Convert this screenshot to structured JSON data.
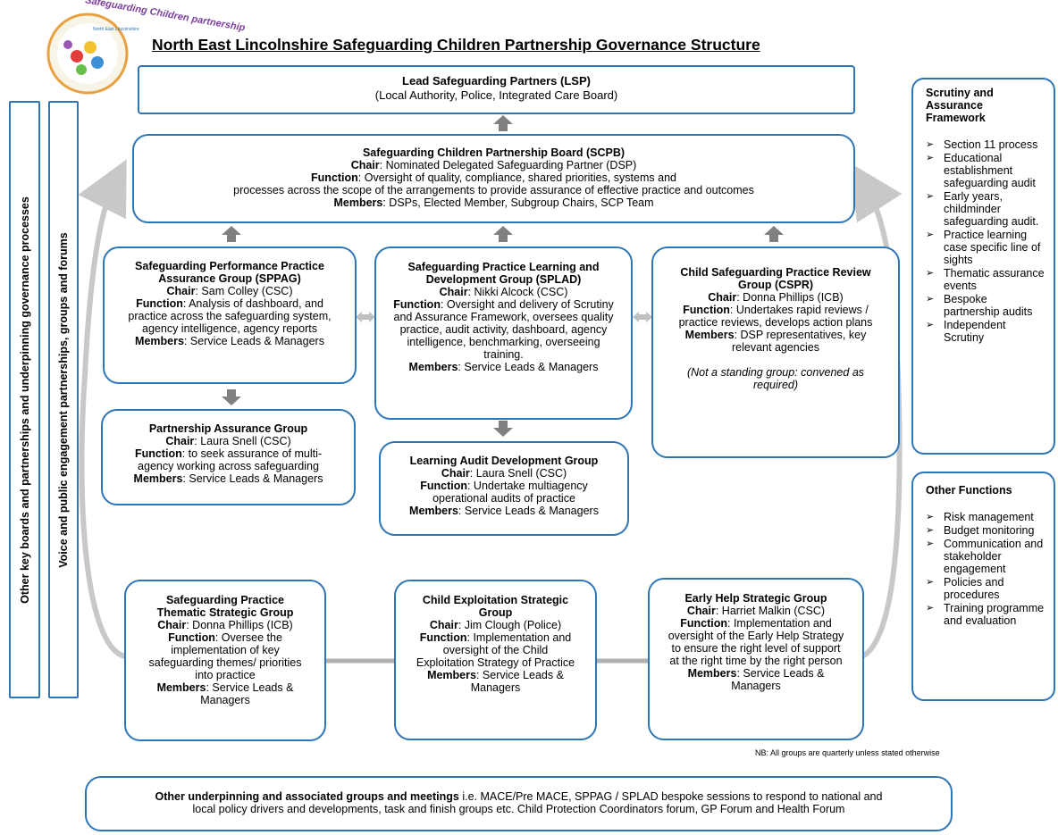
{
  "logo": {
    "text": "Safeguarding Children partnership",
    "subtext": "North East Lincolnshire"
  },
  "title": "North East Lincolnshire Safeguarding Children Partnership Governance Structure",
  "lsp": {
    "title": "Lead Safeguarding Partners (LSP)",
    "subtitle": "(Local Authority, Police, Integrated Care Board)"
  },
  "scpb": {
    "title": "Safeguarding Children Partnership Board (SCPB)",
    "chair_label": "Chair",
    "chair": ":  Nominated Delegated Safeguarding Partner (DSP)",
    "function_label": "Function",
    "function_line1": ":  Oversight of quality, compliance, shared priorities, systems and",
    "function_line2": "processes across the scope of the arrangements to provide assurance of effective practice and outcomes",
    "members_label": "Members",
    "members": ": DSPs, Elected Member, Subgroup Chairs, SCP Team"
  },
  "sppag": {
    "title": "Safeguarding Performance Practice Assurance Group (SPPAG)",
    "chair_label": "Chair",
    "chair": ": Sam Colley (CSC)",
    "function_label": "Function",
    "function": ": Analysis of dashboard, and practice across the safeguarding system, agency intelligence, agency reports",
    "members_label": "Members",
    "members": ": Service Leads & Managers"
  },
  "splad": {
    "title": "Safeguarding Practice Learning and Development Group (SPLAD)",
    "chair_label": "Chair",
    "chair": ": Nikki Alcock (CSC)",
    "function_label": "Function",
    "function": ": Oversight and delivery of Scrutiny and Assurance Framework, oversees quality",
    "function_cont": "practice, audit activity, dashboard, agency intelligence, benchmarking, overseeing training.",
    "members_label": "Members",
    "members": ":  Service Leads & Managers"
  },
  "cspr": {
    "title": "Child Safeguarding Practice Review Group (CSPR)",
    "chair_label": "Chair",
    "chair": ": Donna Phillips (ICB)",
    "function_label": "Function",
    "function": ": Undertakes rapid reviews / practice reviews, develops action plans",
    "members_label": "Members",
    "members": ": DSP representatives, key relevant agencies",
    "note": "(Not a standing group: convened as required)"
  },
  "pag": {
    "title": "Partnership Assurance Group",
    "chair_label": "Chair",
    "chair": ": Laura Snell (CSC)",
    "function_label": "Function",
    "function": ": to seek assurance of multi-agency working across safeguarding",
    "members_label": "Members",
    "members": ": Service Leads & Managers"
  },
  "ladg": {
    "title": "Learning Audit Development Group",
    "chair_label": "Chair",
    "chair": ": Laura Snell (CSC)",
    "function_label": "Function",
    "function": ": Undertake multiagency operational audits of practice",
    "members_label": "Members",
    "members": ": Service Leads & Managers"
  },
  "sptsg": {
    "title": "Safeguarding Practice Thematic Strategic Group",
    "chair_label": "Chair",
    "chair": ": Donna Phillips (ICB)",
    "function_label": "Function",
    "function": ": Oversee the implementation of key safeguarding themes/ priorities into practice",
    "members_label": "Members",
    "members": ": Service Leads & Managers"
  },
  "cesg": {
    "title": "Child Exploitation Strategic Group",
    "chair_label": "Chair",
    "chair": ": Jim Clough (Police)",
    "function_label": "Function",
    "function": ": Implementation and oversight of the Child Exploitation Strategy of Practice",
    "members_label": "Members",
    "members": ": Service Leads & Managers"
  },
  "ehsg": {
    "title": "Early Help Strategic Group",
    "chair_label": "Chair",
    "chair": ": Harriet Malkin (CSC)",
    "function_label": "Function",
    "function": ": Implementation and oversight of the Early Help Strategy to ensure the right level of support at the right time by the right person",
    "members_label": "Members",
    "members": ": Service Leads & Managers"
  },
  "vertical_boxes": {
    "outer": "Other key boards and partnerships and underpinning governance processes",
    "inner": "Voice and public engagement partnerships, groups and forums"
  },
  "scrutiny": {
    "heading": "Scrutiny and Assurance Framework",
    "items": [
      "Section 11 process",
      "Educational establishment safeguarding audit",
      "Early years, childminder safeguarding audit.",
      "Practice learning case specific line of sights",
      "Thematic assurance events",
      "Bespoke partnership audits",
      "Independent Scrutiny"
    ]
  },
  "other_functions": {
    "heading": "Other Functions",
    "items": [
      "Risk management",
      "Budget monitoring",
      "Communication and stakeholder engagement",
      "Policies and procedures",
      "Training programme and evaluation"
    ]
  },
  "nb": "NB: All groups are quarterly unless stated otherwise",
  "bottom": {
    "label": "Other underpinning and associated groups and meetings",
    "text1": " i.e. MACE/Pre MACE, SPPAG / SPLAD bespoke sessions to respond to national and",
    "text2": "local policy drivers and developments, task and finish groups etc. Child Protection Coordinators forum, GP Forum  and Health Forum"
  },
  "colors": {
    "box_border": "#2e75b6",
    "arrow": "#7f7f7f",
    "curve": "#bfbfbf"
  }
}
